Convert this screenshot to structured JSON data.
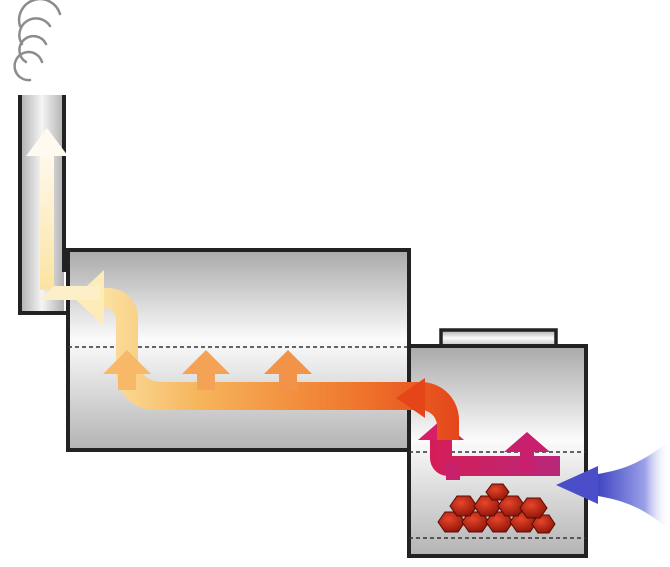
{
  "diagram": {
    "kind": "offset smoker airflow",
    "colors": {
      "outline": "#222222",
      "metal_light": "#fbfbfb",
      "metal_mid": "#d4d4d4",
      "metal_dark": "#a9a9a9",
      "smoke": "#8c8c8c",
      "air_intake": "#4a4ec8",
      "hot_gas": "#d81d6a",
      "flame": "#e4461a",
      "warm_flow": "#f49a3f",
      "cool_flow": "#fff6d8",
      "coals": "#c0281a"
    },
    "elements": [
      "smoke-swirl",
      "chimney",
      "cooking-chamber",
      "firebox",
      "firebox-lid",
      "grate-lines",
      "coal-pile",
      "air-intake-arrow",
      "heat-flow-path",
      "rising-heat-arrows"
    ]
  }
}
